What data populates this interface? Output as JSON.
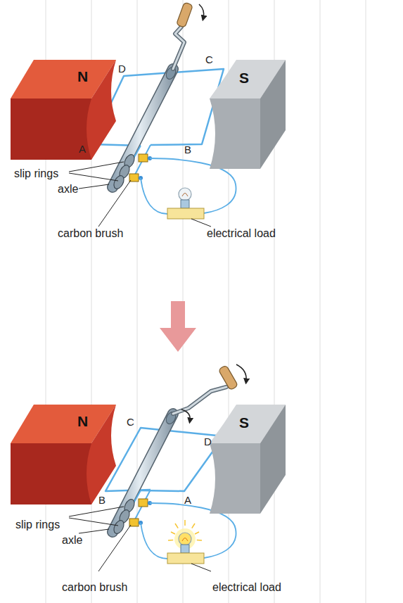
{
  "diagram": {
    "nodes": [
      {
        "text": [
          "N"
        ]
      },
      {
        "text": [
          "S"
        ]
      },
      {
        "text": [
          "N"
        ]
      },
      {
        "text": [
          "S"
        ]
      }
    ],
    "labels": [
      "D",
      "C",
      "A",
      "B",
      "slip rings",
      "axle",
      "carbon brush",
      "electrical load",
      "C",
      "D",
      "B",
      "A",
      "slip rings",
      "axle",
      "carbon brush",
      "electrical load"
    ]
  }
}
